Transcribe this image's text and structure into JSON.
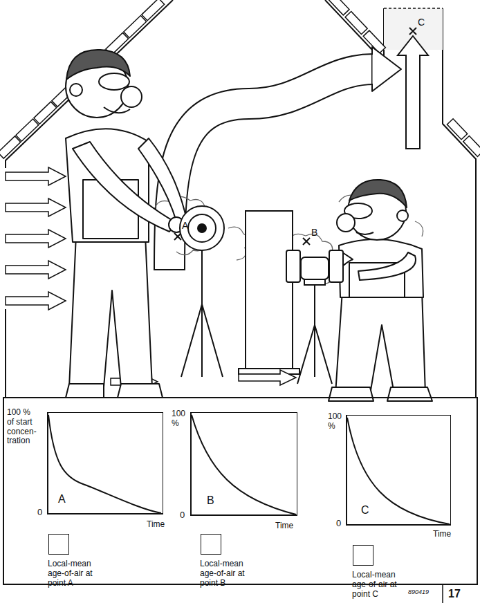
{
  "diagram": {
    "nodes": [
      {
        "text": [
          "A"
        ]
      },
      {
        "text": [
          "B"
        ]
      },
      {
        "text": [
          "C"
        ]
      },
      {
        "text": [
          "Local-mean age-of-air at point A"
        ]
      },
      {
        "text": [
          "Local-mean age-of-air at point B"
        ]
      },
      {
        "text": [
          "Local-mean age-of-air at point C"
        ]
      }
    ],
    "labels": [
      "A",
      "B",
      "C",
      "100 % of start concen- tration",
      "0",
      "Time",
      "100 %",
      "0",
      "Time",
      "100 %",
      "0",
      "Time",
      "890419",
      "17"
    ]
  }
}
